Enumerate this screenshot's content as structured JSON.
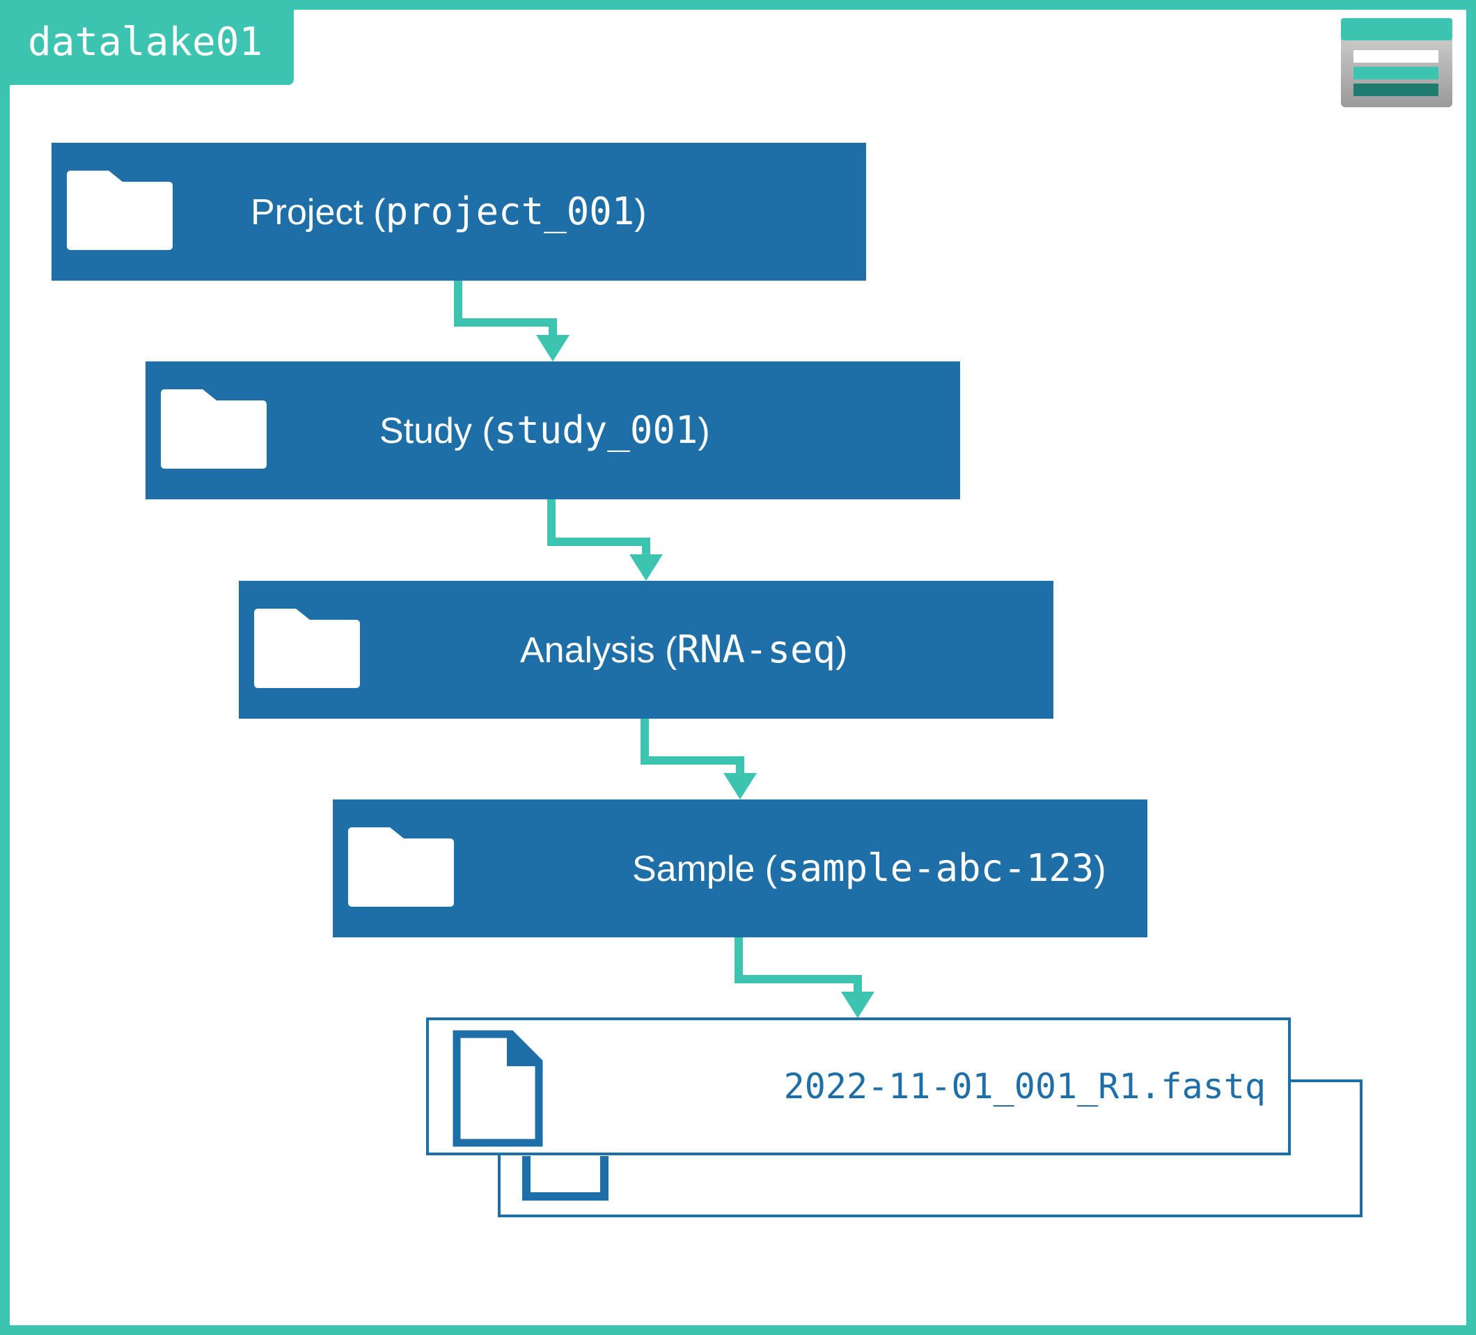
{
  "container": {
    "name": "datalake01",
    "icon": "storage-container-icon"
  },
  "hierarchy": [
    {
      "kind": "Project",
      "identifier": "project_001",
      "icon": "folder-icon"
    },
    {
      "kind": "Study",
      "identifier": "study_001",
      "icon": "folder-icon"
    },
    {
      "kind": "Analysis",
      "identifier": "RNA-seq",
      "icon": "folder-icon"
    },
    {
      "kind": "Sample",
      "identifier": "sample-abc-123",
      "icon": "folder-icon"
    }
  ],
  "file": {
    "name": "2022-11-01_001_R1.fastq",
    "icon": "file-icon"
  },
  "colors": {
    "accent": "#3cc4b0",
    "box": "#1e6ea8",
    "text_on_box": "#ffffff"
  }
}
